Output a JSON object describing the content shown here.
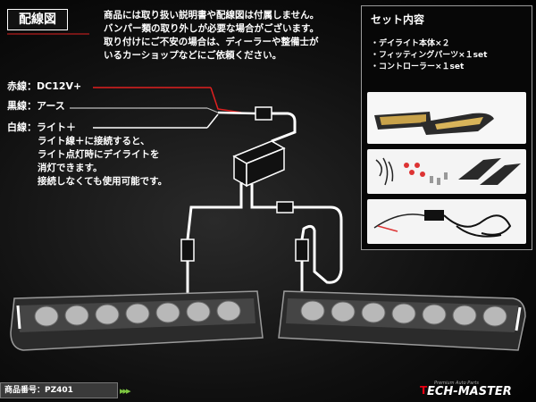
{
  "header": {
    "title": "配線図",
    "notice": [
      "商品には取り扱い説明書や配線図は付属しません。",
      "バンパー類の取り外しが必要な場合がございます。",
      "取り付けにご不安の場合は、ディーラーや整備士が",
      "いるカーショップなどにご依頼ください。"
    ]
  },
  "wires": {
    "red": "赤線：DC12V+",
    "black": "黒線：アース",
    "white": "白線：ライト＋",
    "description": [
      "ライト線＋に接続すると、",
      "ライト点灯時にデイライトを",
      "消灯できます。",
      "接続しなくても使用可能です。"
    ]
  },
  "set": {
    "title": "セット内容",
    "items": [
      "・デイライト本体×２",
      "・フィッティングパーツ×１set",
      "・コントローラー×１set"
    ]
  },
  "footer": {
    "product_number": "商品番号：PZ401",
    "arrows": "▸▸▸",
    "brand": "ECH-MASTER",
    "brand_mark": "T",
    "tagline": "Premium Auto Parts"
  },
  "icons": [
    "connector-icon",
    "controller-box-icon",
    "led-daylight-icon",
    "product-photo-icon"
  ],
  "colors": {
    "red_wire": "#e02020",
    "white_wire": "#ffffff",
    "black_wire": "#bdbdbd",
    "accent": "#e60012",
    "arrow": "#7cc440"
  }
}
